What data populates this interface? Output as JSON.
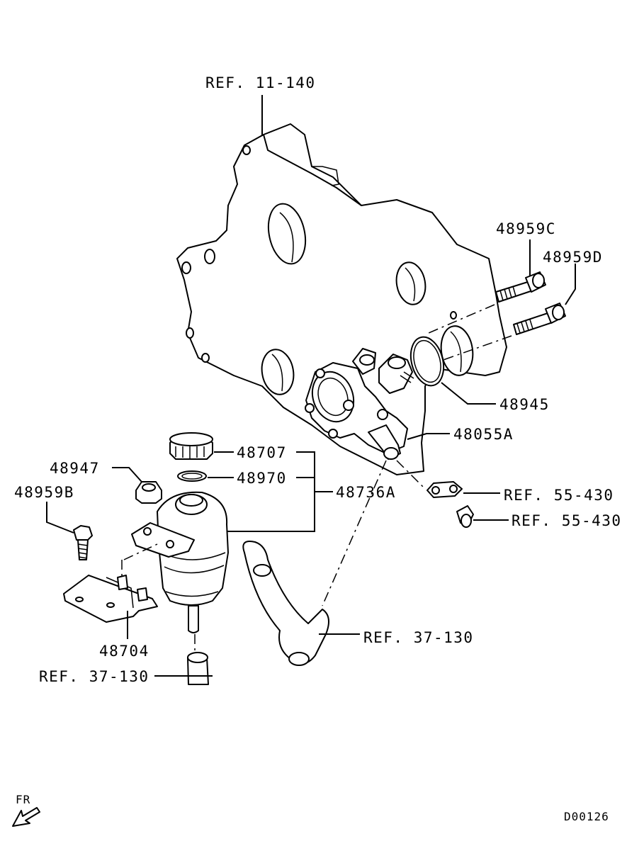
{
  "labels": {
    "ref_11_140": "REF. 11-140",
    "p48959C": "48959C",
    "p48959D": "48959D",
    "p48945": "48945",
    "p48055A": "48055A",
    "p48707": "48707",
    "p48970": "48970",
    "p48736A": "48736A",
    "p48947": "48947",
    "p48959B": "48959B",
    "ref_55_430_a": "REF. 55-430",
    "ref_55_430_b": "REF. 55-430",
    "ref_37_130_a": "REF. 37-130",
    "ref_37_130_b": "REF. 37-130",
    "p48704": "48704",
    "fr": "FR",
    "diagram_code": "D00126"
  }
}
